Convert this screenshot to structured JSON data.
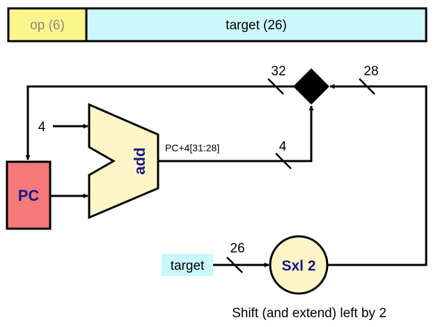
{
  "instruction_format": {
    "op_field": "op (6)",
    "target_field": "target (26)"
  },
  "adder": {
    "input_constant": "4",
    "label": "add",
    "output_label": "PC+4[31:28]"
  },
  "pc": {
    "label": "PC"
  },
  "shifter": {
    "label": "Sxl 2",
    "input_label": "target",
    "caption": "Shift (and extend) left by 2"
  },
  "bus_widths": {
    "concat_out": "32",
    "shift_out": "28",
    "pc_upper": "4",
    "target_in": "26"
  },
  "colors": {
    "op_fill": "#fbf58c",
    "target_fill": "#ccf8fc",
    "adder_fill": "#fcf6c6",
    "pc_fill": "#f47a7a",
    "label_blue": "#171787",
    "target_chip_fill": "#c8f8fb"
  }
}
